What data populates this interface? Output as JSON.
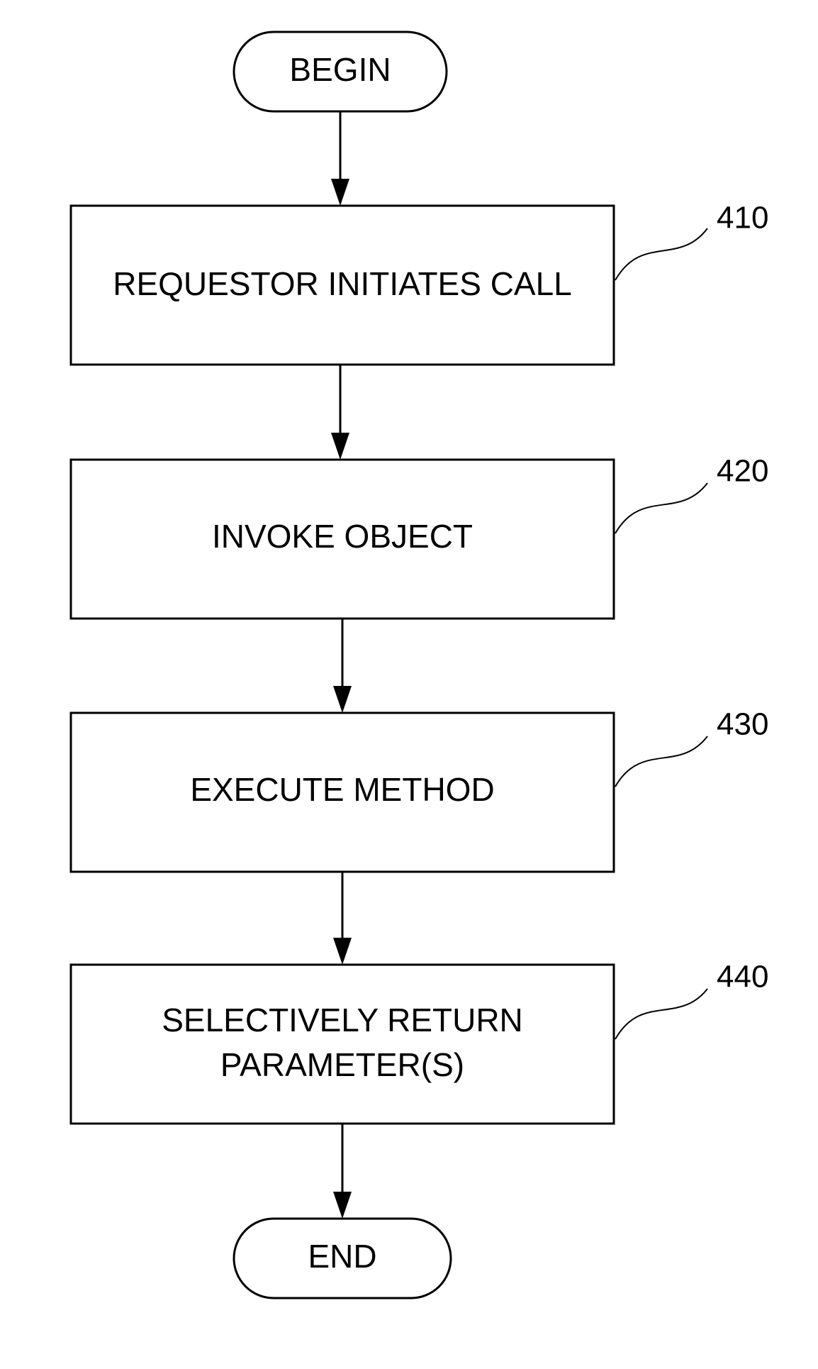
{
  "diagram": {
    "type": "flowchart",
    "nodes": [
      {
        "id": "begin",
        "shape": "terminator",
        "lines": [
          "BEGIN"
        ]
      },
      {
        "id": "step-410",
        "shape": "process",
        "lines": [
          "REQUESTOR INITIATES CALL"
        ],
        "ref": "410"
      },
      {
        "id": "step-420",
        "shape": "process",
        "lines": [
          "INVOKE OBJECT"
        ],
        "ref": "420"
      },
      {
        "id": "step-430",
        "shape": "process",
        "lines": [
          "EXECUTE METHOD"
        ],
        "ref": "430"
      },
      {
        "id": "step-440",
        "shape": "process",
        "lines": [
          "SELECTIVELY RETURN",
          "PARAMETER(S)"
        ],
        "ref": "440"
      },
      {
        "id": "end",
        "shape": "terminator",
        "lines": [
          "END"
        ]
      }
    ],
    "edges": [
      {
        "from": "begin",
        "to": "step-410"
      },
      {
        "from": "step-410",
        "to": "step-420"
      },
      {
        "from": "step-420",
        "to": "step-430"
      },
      {
        "from": "step-430",
        "to": "step-440"
      },
      {
        "from": "step-440",
        "to": "end"
      }
    ]
  }
}
